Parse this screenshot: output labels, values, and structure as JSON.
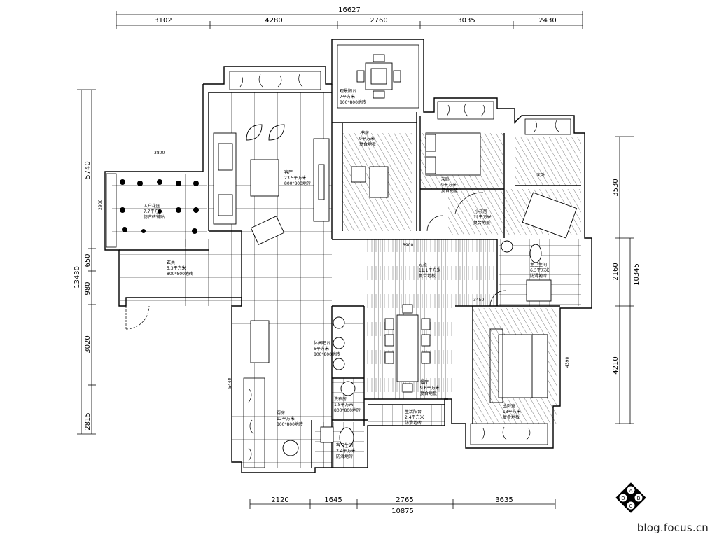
{
  "dimensions": {
    "top_total": "16627",
    "top_segments": [
      "3102",
      "4280",
      "2760",
      "3035",
      "2430"
    ],
    "bottom_segments": [
      "2120",
      "1645",
      "2765",
      "3635"
    ],
    "bottom_total": "10875",
    "left_total": "13430",
    "left_segments": [
      "5740",
      "650",
      "980",
      "3020",
      "2815"
    ],
    "right_total": "10345",
    "right_segments": [
      "3530",
      "2160",
      "4210"
    ],
    "inner": [
      "3800",
      "2900",
      "5440",
      "4390",
      "3900",
      "3450"
    ]
  },
  "rooms": {
    "view_balcony": {
      "name": "观景阳台",
      "area": "7平方米",
      "note": "800*800地砖"
    },
    "study": {
      "name": "书房",
      "area": "9平方米",
      "note": "复合地板"
    },
    "bedroom2": {
      "name": "次卧",
      "area": "9平方米",
      "note": "复合地板"
    },
    "bedroom3": {
      "name": "次卧",
      "area": "",
      "note": ""
    },
    "living": {
      "name": "客厅",
      "area": "23.5平方米",
      "note": "800*800地砖"
    },
    "garden": {
      "name": "入户花园",
      "area": "7.7平方米",
      "note": "仿古砖铺贴"
    },
    "hall": {
      "name": "玄关",
      "area": "5.3平方米",
      "note": "800*800地砖"
    },
    "corridor": {
      "name": "过道",
      "area": "11.1平方米",
      "note": "复合地板"
    },
    "kids": {
      "name": "小孩房",
      "area": "11平方米",
      "note": "复合地板"
    },
    "master_bath": {
      "name": "主卫生间",
      "area": "6.3平方米",
      "note": "防滑地砖"
    },
    "dining_bar": {
      "name": "休闲吧台",
      "area": "6平方米",
      "note": "800*800地砖"
    },
    "dining": {
      "name": "餐厅",
      "area": "9.6平方米",
      "note": "复合地板"
    },
    "master": {
      "name": "主卧室",
      "area": "13平方米",
      "note": "复合地板"
    },
    "laundry": {
      "name": "洗衣房",
      "area": "1.8平方米",
      "note": "800*800地砖"
    },
    "service_balcony": {
      "name": "生活阳台",
      "area": "2.4平方米",
      "note": "防滑地砖"
    },
    "kitchen": {
      "name": "厨房",
      "area": "12平方米",
      "note": "800*800地砖"
    },
    "guest_bath": {
      "name": "客卫生间",
      "area": "2.4平方米",
      "note": "防滑地砖"
    }
  },
  "compass": [
    "A",
    "B",
    "C",
    "D"
  ],
  "watermark": "blog.focus.cn",
  "colors": {
    "line": "#000000",
    "background": "#ffffff"
  }
}
